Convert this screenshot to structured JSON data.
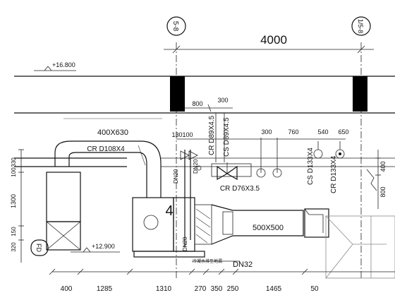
{
  "axes": [
    {
      "label": "5-8"
    },
    {
      "label": "1/5-8"
    }
  ],
  "dimensions": {
    "span": "4000",
    "top": [
      "800",
      "300"
    ],
    "mid": [
      "130",
      "100",
      "300",
      "760",
      "540",
      "650"
    ],
    "left": [
      "330",
      "100",
      "1300",
      "150",
      "320"
    ],
    "right": [
      "400",
      "800"
    ],
    "bottom": [
      "400",
      "1285",
      "1310",
      "270",
      "350",
      "250",
      "1465",
      "50"
    ]
  },
  "elevations": {
    "top": "+16.800",
    "bottom": "+12.900"
  },
  "pipes": {
    "cr_108": "CR D108X4",
    "cr_89": "CR D89X4.5",
    "cs_89": "CS D89X4.5",
    "cr_76": "CR D76X3.5",
    "cs_133": "CS D133X4",
    "cr_133": "CR D133X4",
    "dn20_a": "DN20",
    "dn20_b": "DN20",
    "dn20_c": "DN20",
    "dn32": "DN32"
  },
  "ducts": {
    "top": "400X630",
    "side": "500X500"
  },
  "equipment": {
    "unit_number": "4",
    "fd_label": "FD"
  },
  "notes": {
    "bottom_note": "冷凝水排至地漏"
  }
}
